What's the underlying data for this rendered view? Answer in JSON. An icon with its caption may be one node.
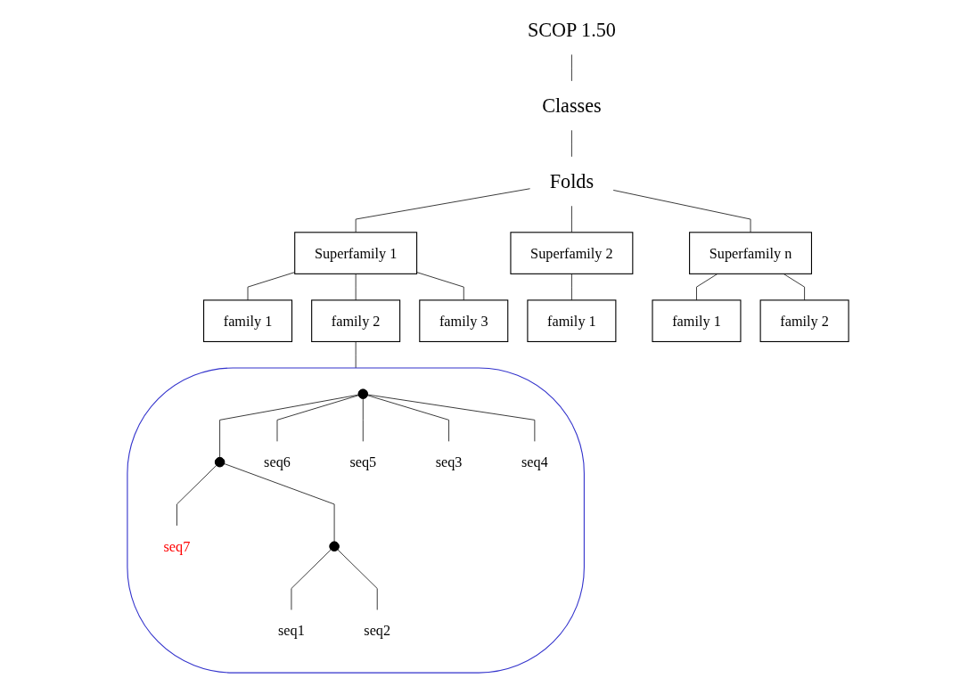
{
  "diagram": {
    "nodes": [
      {
        "text": [
          "SCOP 1.50"
        ]
      },
      {
        "text": [
          "Classes"
        ]
      },
      {
        "text": [
          "Folds"
        ]
      },
      {
        "text": [
          "Superfamily 1"
        ]
      },
      {
        "text": [
          "Superfamily 2"
        ]
      },
      {
        "text": [
          "Superfamily n"
        ]
      },
      {
        "text": [
          "family 1"
        ]
      },
      {
        "text": [
          "family 2"
        ]
      },
      {
        "text": [
          "family 3"
        ]
      },
      {
        "text": [
          "family 1"
        ]
      },
      {
        "text": [
          "family 1"
        ]
      },
      {
        "text": [
          "family 2"
        ]
      },
      {
        "text": [],
        "shape": "ellipse"
      },
      {
        "text": [
          "seq7"
        ],
        "in": 12
      },
      {
        "text": [
          "seq1"
        ],
        "in": 12
      },
      {
        "text": [
          "seq2"
        ],
        "in": 12
      },
      {
        "text": [
          "seq6"
        ],
        "in": 12
      },
      {
        "text": [
          "seq5"
        ],
        "in": 12
      },
      {
        "text": [
          "seq3"
        ],
        "in": 12
      },
      {
        "text": [
          "seq4"
        ],
        "in": 12
      },
      {
        "text": [],
        "shape": "point",
        "in": 12
      },
      {
        "text": [],
        "shape": "point",
        "in": 12
      },
      {
        "text": [],
        "shape": "point",
        "in": 12
      }
    ],
    "edges": [
      {
        "from": 0,
        "to": 1,
        "arrow": "none"
      },
      {
        "from": 1,
        "to": 2,
        "arrow": "none"
      },
      {
        "from": 2,
        "to": 3,
        "arrow": "none"
      },
      {
        "from": 2,
        "to": 4,
        "arrow": "none"
      },
      {
        "from": 2,
        "to": 5,
        "arrow": "none"
      },
      {
        "from": 3,
        "to": 6,
        "arrow": "none"
      },
      {
        "from": 3,
        "to": 7,
        "arrow": "none"
      },
      {
        "from": 3,
        "to": 8,
        "arrow": "none"
      },
      {
        "from": 4,
        "to": 9,
        "arrow": "none"
      },
      {
        "from": 5,
        "to": 10,
        "arrow": "none"
      },
      {
        "from": 5,
        "to": 11,
        "arrow": "none"
      },
      {
        "from": 7,
        "to": 12,
        "arrow": "none"
      },
      {
        "from": 21,
        "to": 13,
        "arrow": "none"
      },
      {
        "from": 22,
        "to": 14,
        "arrow": "none"
      },
      {
        "from": 22,
        "to": 15,
        "arrow": "none"
      },
      {
        "from": 21,
        "to": 22,
        "arrow": "none"
      },
      {
        "from": 20,
        "to": 21,
        "arrow": "none"
      },
      {
        "from": 20,
        "to": 16,
        "arrow": "none"
      },
      {
        "from": 20,
        "to": 17,
        "arrow": "none"
      },
      {
        "from": 20,
        "to": 18,
        "arrow": "none"
      },
      {
        "from": 20,
        "to": 19,
        "arrow": "none"
      }
    ]
  }
}
